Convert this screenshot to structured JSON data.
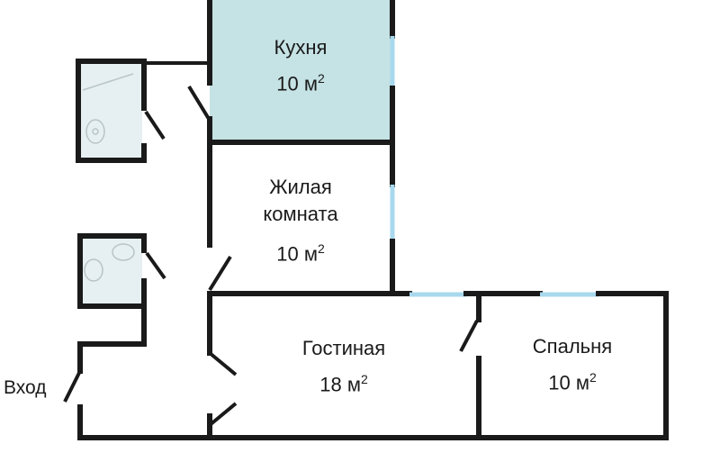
{
  "rooms": {
    "kitchen": {
      "name": "Кухня",
      "area": "10 м",
      "sup": "2",
      "fill": "#c5e2e4"
    },
    "living": {
      "name": "Жилая\nкомната",
      "area": "10 м",
      "sup": "2"
    },
    "lounge": {
      "name": "Гостиная",
      "area": "18 м",
      "sup": "2"
    },
    "bedroom": {
      "name": "Спальня",
      "area": "10 м",
      "sup": "2"
    }
  },
  "entrance": {
    "label": "Вход"
  },
  "colors": {
    "wall": "#1a1a1a",
    "window": "#a8d8ee",
    "bath_fill": "#e6f0f2"
  }
}
